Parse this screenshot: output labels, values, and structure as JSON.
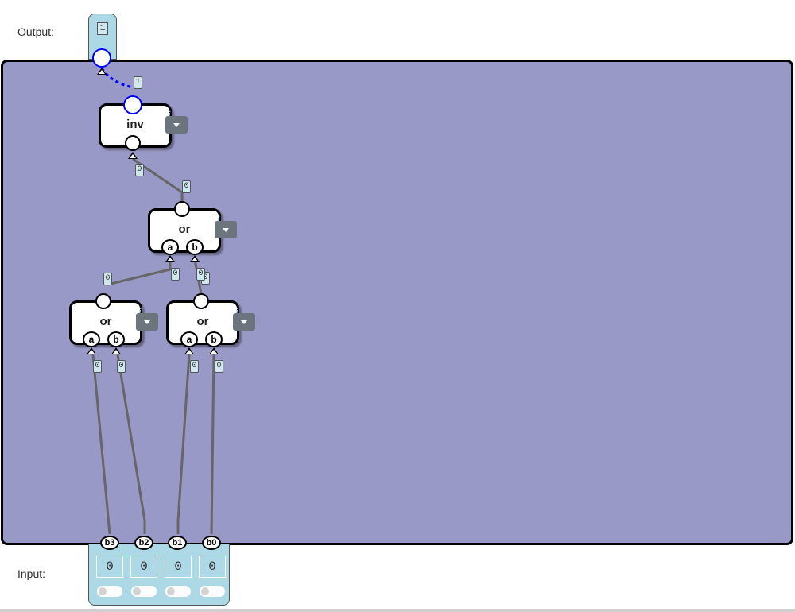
{
  "labels": {
    "output": "Output:",
    "input": "Input:"
  },
  "output": {
    "value": "1"
  },
  "inputs": [
    {
      "name": "b3",
      "value": "0"
    },
    {
      "name": "b2",
      "value": "0"
    },
    {
      "name": "b1",
      "value": "0"
    },
    {
      "name": "b0",
      "value": "0"
    }
  ],
  "gates": {
    "inv": {
      "label": "inv",
      "info": "i"
    },
    "or_top": {
      "label": "or",
      "info": "i",
      "pin_a": "a",
      "pin_b": "b"
    },
    "or_left": {
      "label": "or",
      "info": "i",
      "pin_a": "a",
      "pin_b": "b"
    },
    "or_right": {
      "label": "or",
      "info": "i",
      "pin_a": "a",
      "pin_b": "b"
    }
  },
  "wire_values": {
    "out_in": "1",
    "inv_out": "0",
    "ortop_out": "0",
    "orleft_out": "0",
    "ortop_a": "0",
    "orright_out": "0",
    "ortop_b": "0",
    "orleft_a": "0",
    "orleft_b": "0",
    "orright_a": "0",
    "orright_b": "0"
  },
  "colors": {
    "workspace": "#9999c7",
    "active_wire": "#0000ff",
    "wire": "#666666",
    "io_box": "#add8e6"
  }
}
